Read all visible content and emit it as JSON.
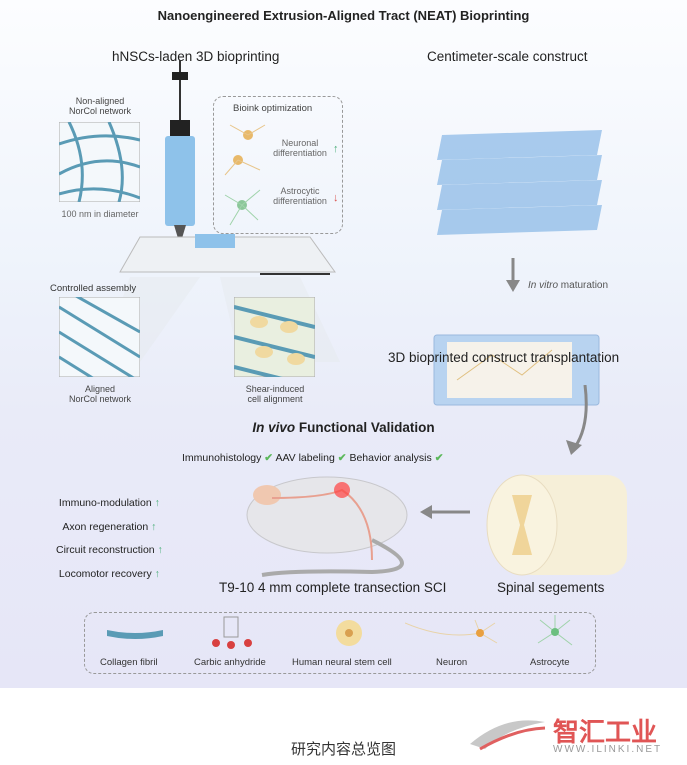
{
  "title": "Nanoengineered Extrusion-Aligned Tract (NEAT) Bioprinting",
  "left_panel": {
    "heading": "hNSCs-laden 3D bioprinting",
    "nonaligned": "Non-aligned",
    "nonaligned2": "NorCol network",
    "diameter": "100 nm in diameter",
    "bioink": "Bioink optimization",
    "neuronal1": "Neuronal",
    "neuronal2": "differentiation",
    "astro1": "Astrocytic",
    "astro2": "differentiation",
    "controlled": "Controlled assembly",
    "aligned1": "Aligned",
    "aligned2": "NorCol network",
    "shear1": "Shear-induced",
    "shear2": "cell alignment"
  },
  "right_panel": {
    "heading": "Centimeter-scale construct",
    "maturation_italic": "In vitro",
    "maturation": "maturation",
    "transplant": "3D bioprinted construct transplantation"
  },
  "validation": {
    "title_italic": "In vivo",
    "title": "Functional Validation",
    "checks": [
      "Immunohistology",
      "AAV labeling",
      "Behavior analysis"
    ],
    "outcomes": [
      "Immuno-modulation",
      "Axon regeneration",
      "Circuit reconstruction",
      "Locomotor recovery"
    ],
    "model": "T9-10 4 mm complete transection SCI",
    "spinal": "Spinal segements"
  },
  "legend": [
    "Collagen fibril",
    "Carbic anhydride",
    "Human neural stem cell",
    "Neuron",
    "Astrocyte"
  ],
  "caption": "研究内容总览图",
  "watermark": {
    "brand": "智汇工业",
    "url": "WWW.ILINKI.NET"
  }
}
